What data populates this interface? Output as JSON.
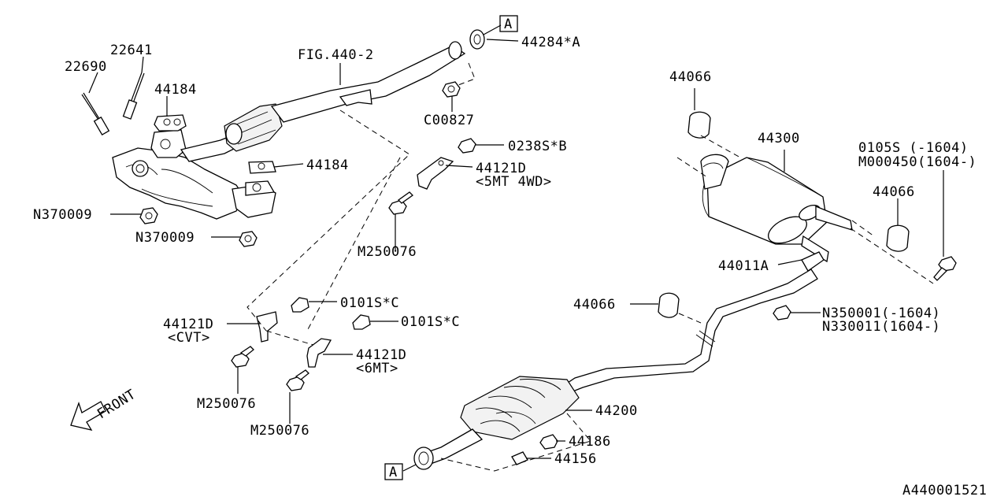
{
  "diagram": {
    "labels": {
      "p22641": "22641",
      "p22690": "22690",
      "p44184a": "44184",
      "p44184b": "44184",
      "p_fig": "FIG.440-2",
      "p44284": "44284*A",
      "p_c00827": "C00827",
      "p0238s": "0238S*B",
      "p44121d_5mt": "44121D",
      "p5mt_note": "<5MT 4WD>",
      "p_m250076_a": "M250076",
      "p_n370009_a": "N370009",
      "p_n370009_b": "N370009",
      "p44066_a": "44066",
      "p44300": "44300",
      "p0105s": "0105S  (-1604)",
      "p_m000450": "M000450(1604-)",
      "p44066_b": "44066",
      "p44011a": "44011A",
      "p44066_c": "44066",
      "p_n350001": "N350001(-1604)",
      "p_n330011": "N330011(1604-)",
      "p0101s_a": "0101S*C",
      "p44121d_cvt": "44121D",
      "p_cvt_note": "<CVT>",
      "p0101s_b": "0101S*C",
      "p44121d_6mt": "44121D",
      "p6mt_note": "<6MT>",
      "p_m250076_b": "M250076",
      "p_m250076_c": "M250076",
      "p44200": "44200",
      "p44186": "44186",
      "p44156": "44156",
      "ref_a_top": "A",
      "ref_a_bottom": "A",
      "front": "FRONT",
      "drawing_id": "A440001521"
    }
  }
}
